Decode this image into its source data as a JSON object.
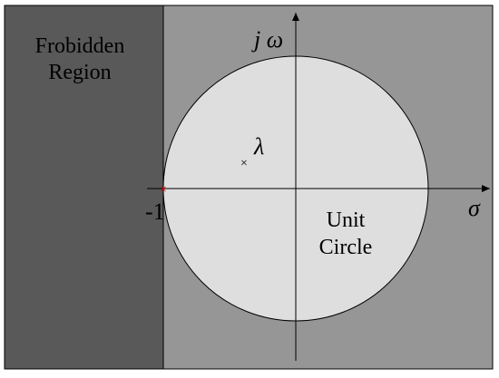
{
  "regions": {
    "forbidden_label_line1": "Frobidden",
    "forbidden_label_line2": "Region"
  },
  "axes": {
    "imag_label": "j ω",
    "real_label": "σ",
    "minus_one_label": "-1"
  },
  "circle": {
    "label_line1": "Unit",
    "label_line2": "Circle"
  },
  "eigenvalue": {
    "symbol": "λ",
    "marker": "×"
  },
  "colors": {
    "forbidden_fill": "#595959",
    "plane_fill": "#969696",
    "circle_fill": "#dedede",
    "line": "#000000",
    "critical_point": "#ff0000"
  }
}
